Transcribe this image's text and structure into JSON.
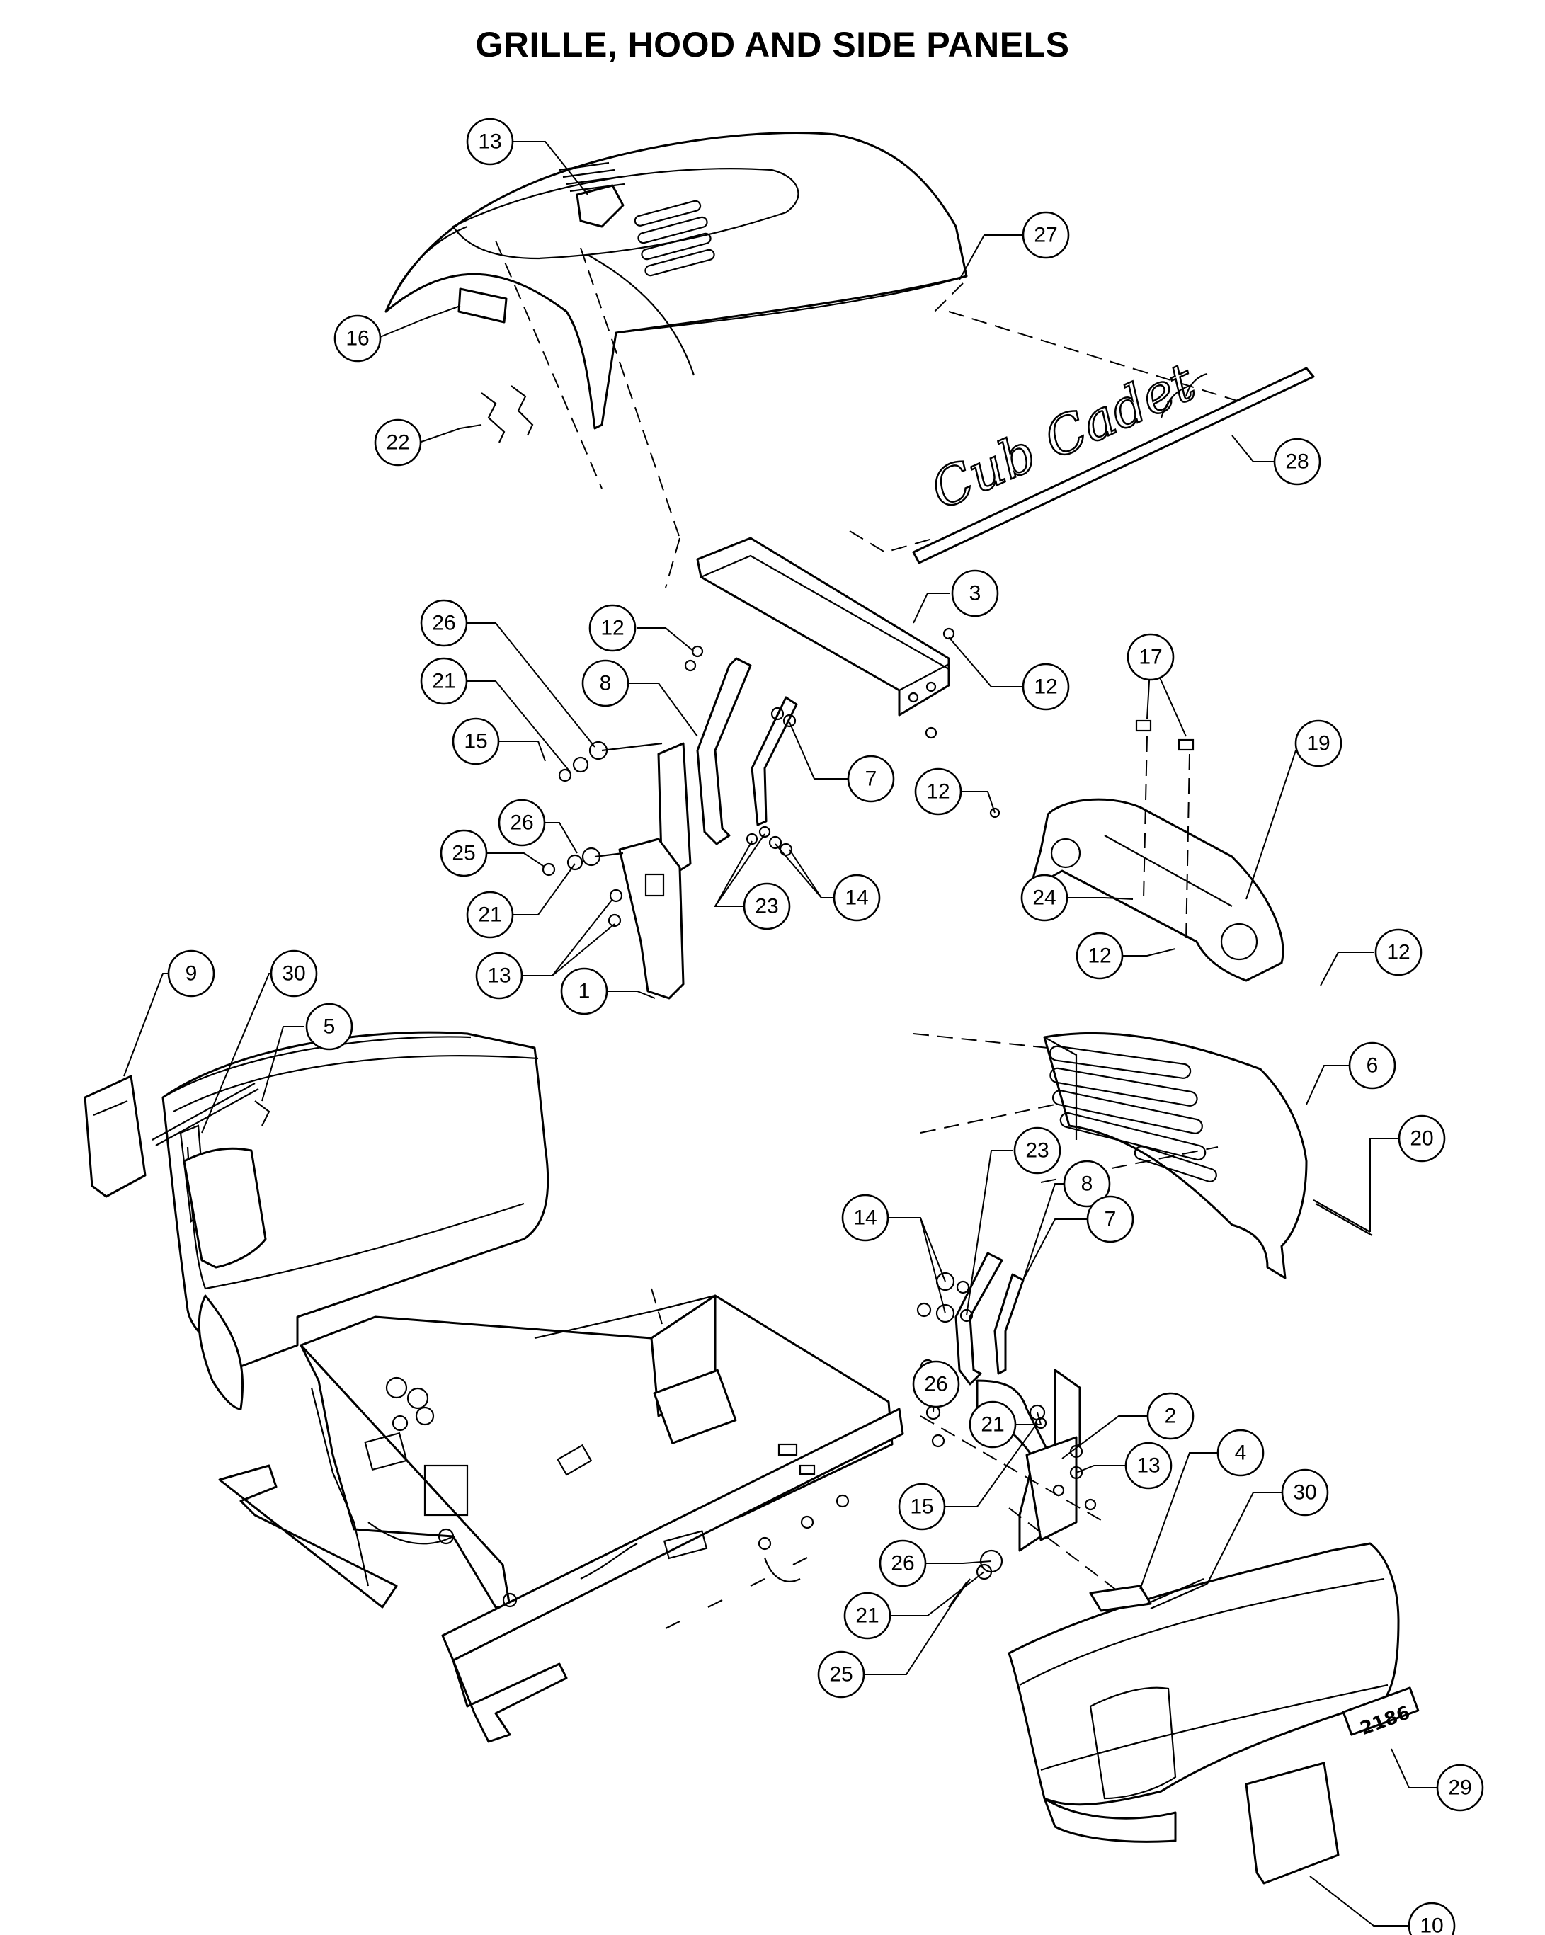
{
  "title": "GRILLE, HOOD AND SIDE PANELS",
  "logo": {
    "brand": "Cub Cadet",
    "model_badge": "2186"
  },
  "callouts": [
    {
      "label": "13"
    },
    {
      "label": "27"
    },
    {
      "label": "16"
    },
    {
      "label": "22"
    },
    {
      "label": "28"
    },
    {
      "label": "3"
    },
    {
      "label": "12"
    },
    {
      "label": "12"
    },
    {
      "label": "26"
    },
    {
      "label": "21"
    },
    {
      "label": "8"
    },
    {
      "label": "15"
    },
    {
      "label": "7"
    },
    {
      "label": "12"
    },
    {
      "label": "17"
    },
    {
      "label": "19"
    },
    {
      "label": "26"
    },
    {
      "label": "25"
    },
    {
      "label": "21"
    },
    {
      "label": "14"
    },
    {
      "label": "23"
    },
    {
      "label": "24"
    },
    {
      "label": "12"
    },
    {
      "label": "13"
    },
    {
      "label": "1"
    },
    {
      "label": "12"
    },
    {
      "label": "9"
    },
    {
      "label": "30"
    },
    {
      "label": "5"
    },
    {
      "label": "6"
    },
    {
      "label": "20"
    },
    {
      "label": "23"
    },
    {
      "label": "8"
    },
    {
      "label": "14"
    },
    {
      "label": "7"
    },
    {
      "label": "26"
    },
    {
      "label": "21"
    },
    {
      "label": "2"
    },
    {
      "label": "15"
    },
    {
      "label": "13"
    },
    {
      "label": "4"
    },
    {
      "label": "30"
    },
    {
      "label": "26"
    },
    {
      "label": "21"
    },
    {
      "label": "25"
    },
    {
      "label": "29"
    },
    {
      "label": "10"
    }
  ]
}
